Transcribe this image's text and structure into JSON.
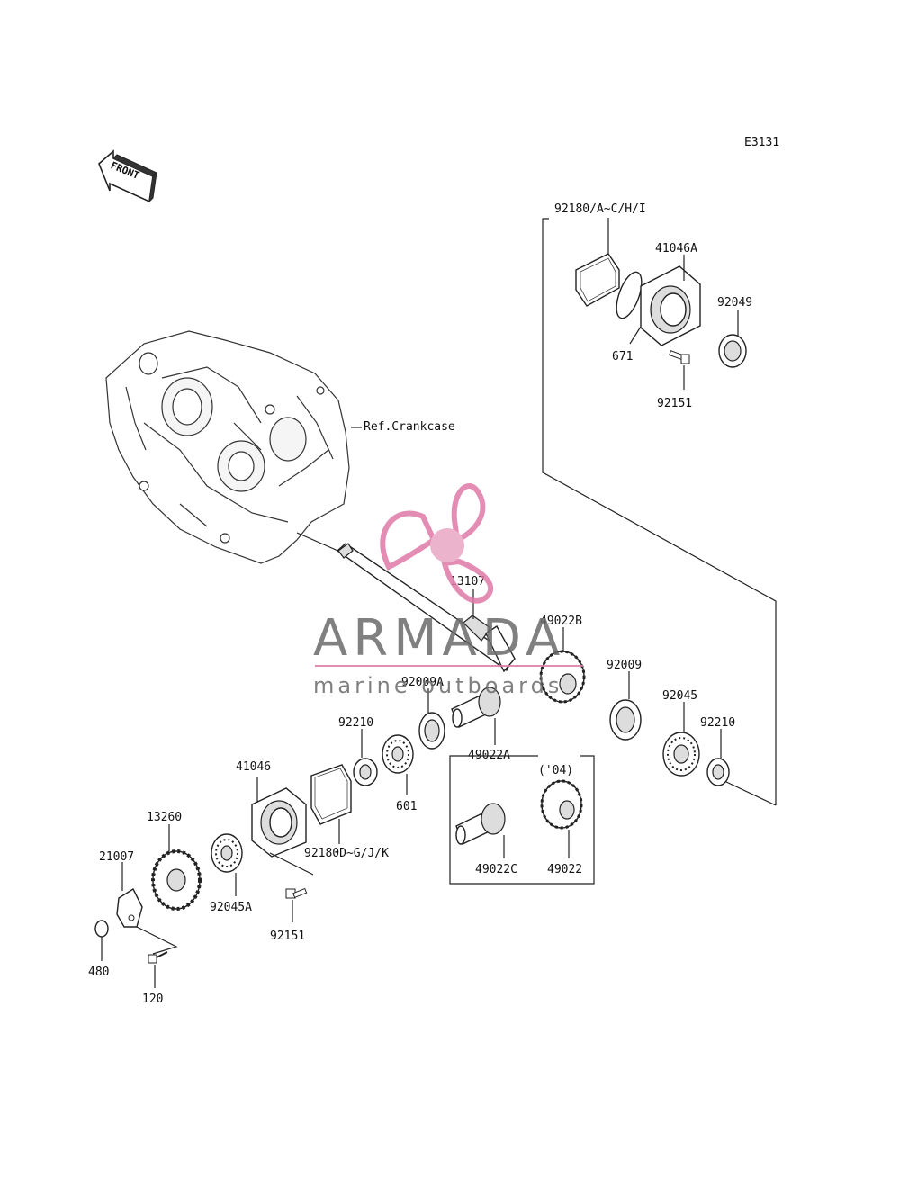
{
  "diagram_code": "E3131",
  "front_label": "FRONT",
  "crankcase_label": "Ref.Crankcase",
  "year_note": "('04)",
  "watermark": {
    "brand": "ARMADA",
    "tagline": "marine outboards",
    "color": "#e07aa8"
  },
  "parts": {
    "p92180_ac": "92180/A~C/H/I",
    "p41046a": "41046A",
    "p92049": "92049",
    "p671": "671",
    "p92151_top": "92151",
    "p13107": "13107",
    "p49022b": "49022B",
    "p92009": "92009",
    "p92045": "92045",
    "p92210_right": "92210",
    "p92009a": "92009A",
    "p92210_left": "92210",
    "p601": "601",
    "p49022a": "49022A",
    "p41046": "41046",
    "p92180_dg": "92180D~G/J/K",
    "p13260": "13260",
    "p21007": "21007",
    "p92045a": "92045A",
    "p92151_bottom": "92151",
    "p480": "480",
    "p120": "120",
    "p49022c": "49022C",
    "p49022": "49022"
  }
}
